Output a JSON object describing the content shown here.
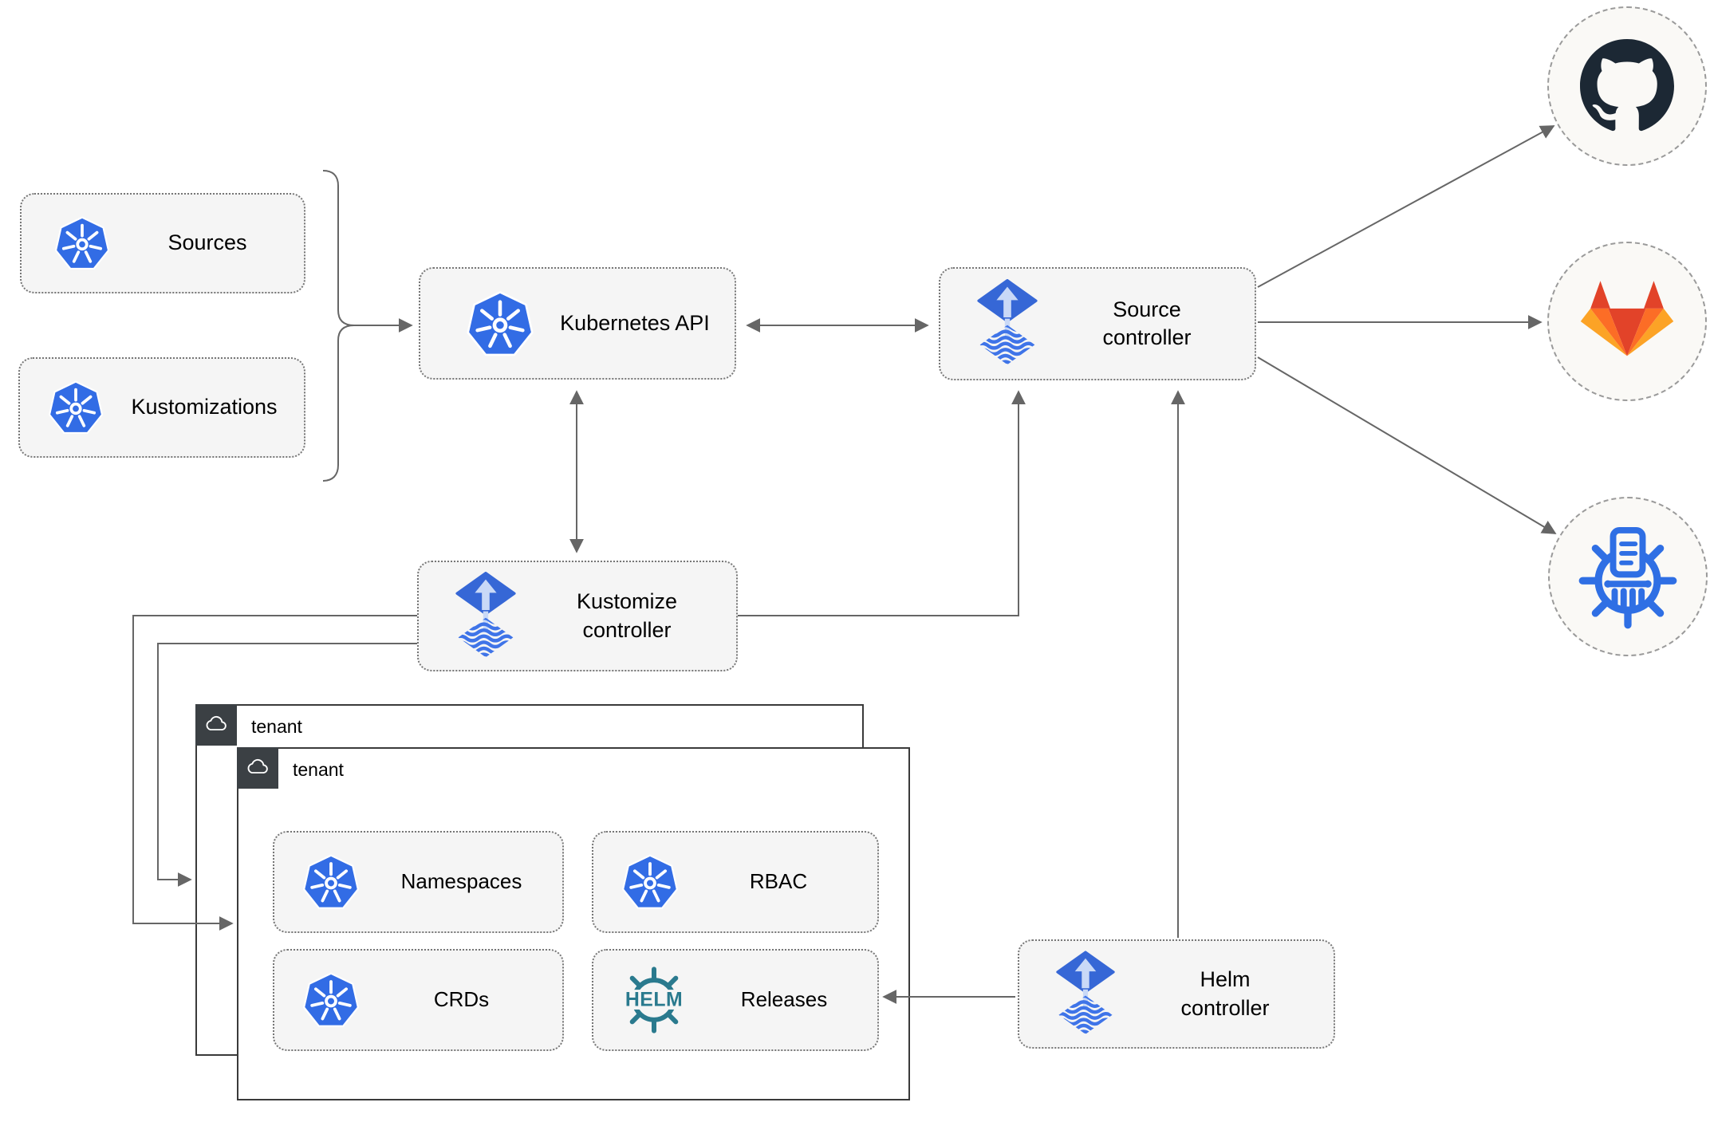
{
  "nodes": {
    "sources": {
      "label": "Sources"
    },
    "kustomizations": {
      "label": "Kustomizations"
    },
    "kubernetes_api": {
      "label": "Kubernetes API"
    },
    "source_controller": {
      "line1": "Source",
      "line2": "controller"
    },
    "kustomize_controller": {
      "line1": "Kustomize",
      "line2": "controller"
    },
    "helm_controller": {
      "line1": "Helm",
      "line2": "controller"
    },
    "namespaces": {
      "label": "Namespaces"
    },
    "rbac": {
      "label": "RBAC"
    },
    "crds": {
      "label": "CRDs"
    },
    "releases": {
      "label": "Releases",
      "badge": "HELM"
    }
  },
  "tenants": {
    "outer": {
      "label": "tenant"
    },
    "inner": {
      "label": "tenant"
    }
  },
  "external_endpoints": {
    "icons": [
      "github-icon",
      "gitlab-icon",
      "helm-chart-repository-icon"
    ]
  },
  "colors": {
    "kubernetes_blue": "#326ce5",
    "flux_blue": "#3667d6",
    "flux_light": "#c9d9f7",
    "helm_teal": "#2a7a8e",
    "chart_repo_blue": "#2f6fe4",
    "gitlab_red": "#e24329",
    "gitlab_yellow": "#fca326",
    "github_dark": "#1c2834",
    "line_gray": "#666666",
    "box_fill": "#f5f5f5",
    "tenant_header": "#3b4044"
  }
}
